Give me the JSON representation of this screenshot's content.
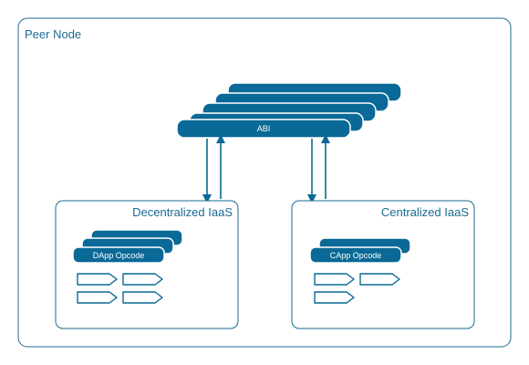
{
  "colors": {
    "accent": "#0a6996",
    "label": "#1a6a92",
    "frame_border": "#1a6a92",
    "background": "#ffffff"
  },
  "peer_node": {
    "title": "Peer Node"
  },
  "abi": {
    "label": "ABI",
    "stack_count": 5
  },
  "decentralized": {
    "title": "Decentralized IaaS",
    "opcode_label": "DApp Opcode",
    "opcode_stack_count": 3,
    "tag_count": 4
  },
  "centralized": {
    "title": "Centralized IaaS",
    "opcode_label": "CApp Opcode",
    "opcode_stack_count": 2,
    "tag_count": 3
  },
  "arrows": [
    {
      "name": "decentralized-down-arrow",
      "direction": "down"
    },
    {
      "name": "decentralized-up-arrow",
      "direction": "up"
    },
    {
      "name": "centralized-down-arrow",
      "direction": "down"
    },
    {
      "name": "centralized-up-arrow",
      "direction": "up"
    }
  ]
}
